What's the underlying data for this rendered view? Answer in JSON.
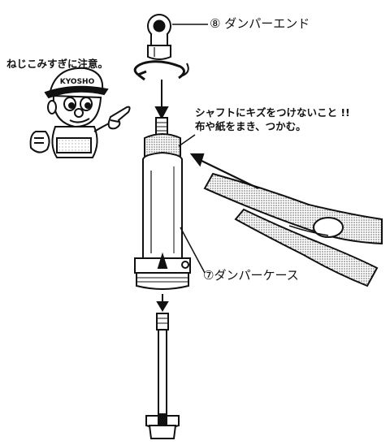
{
  "labels": {
    "damper_end": "⑧ ダンパーエンド",
    "overtighten_note": "ねじこみすぎに注意。",
    "shaft_warning_line1": "シャフトにキズをつけないこと !!",
    "shaft_warning_line2": "布や紙をまき、つかむ。",
    "damper_case": "⑦ダンパーケース"
  },
  "mascot": {
    "cap_text": "KYOSHO"
  },
  "colors": {
    "ink": "#111111",
    "paper": "#ffffff",
    "tone": "#bdbdbd"
  }
}
